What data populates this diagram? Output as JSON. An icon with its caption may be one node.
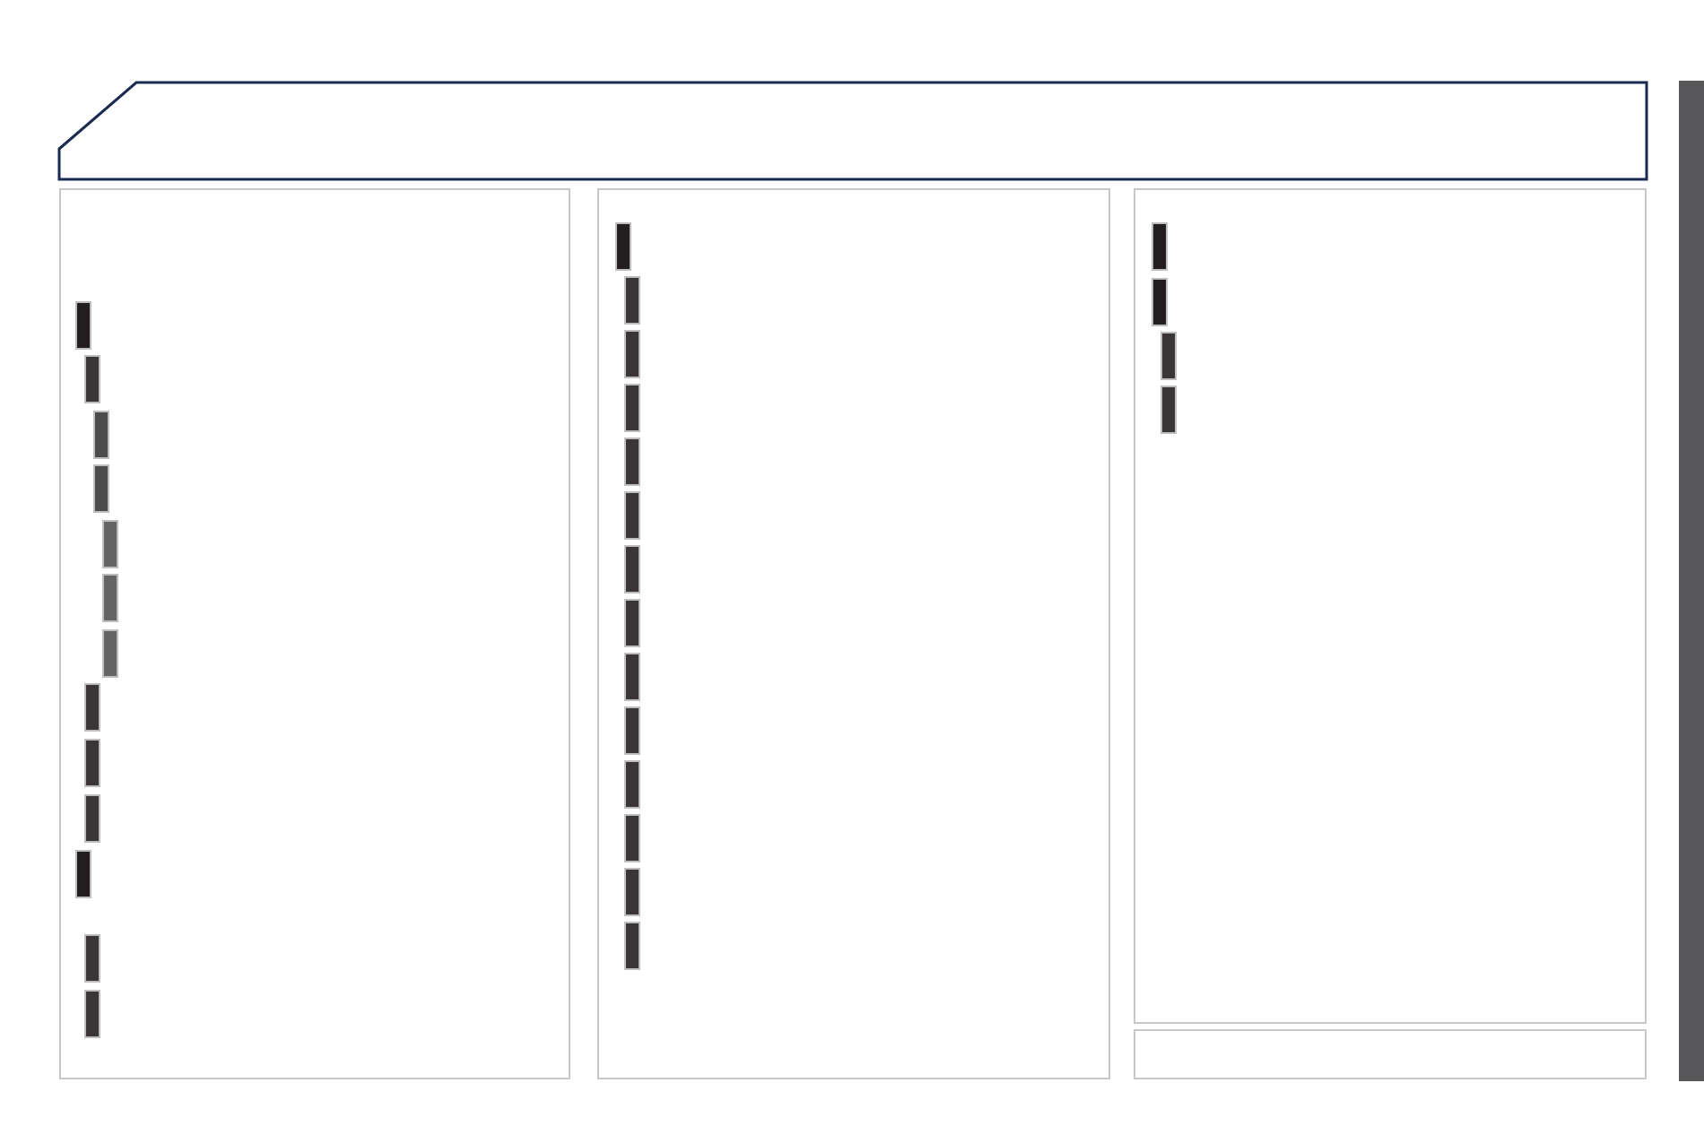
{
  "diagram": {
    "nodes": [
      {
        "text": [],
        "shape": "box"
      },
      {
        "text": [],
        "shape": "box"
      },
      {
        "text": [],
        "shape": "box"
      },
      {
        "text": [],
        "shape": "box"
      },
      {
        "text": [],
        "shape": "box"
      },
      {
        "text": [],
        "shape": "bar"
      },
      {
        "text": [],
        "shape": "bar",
        "in": 1
      },
      {
        "text": [],
        "shape": "bar",
        "in": 1
      },
      {
        "text": [],
        "shape": "bar",
        "in": 1
      },
      {
        "text": [],
        "shape": "bar",
        "in": 1
      },
      {
        "text": [],
        "shape": "bar",
        "in": 1
      },
      {
        "text": [],
        "shape": "bar",
        "in": 1
      },
      {
        "text": [],
        "shape": "bar",
        "in": 1
      },
      {
        "text": [],
        "shape": "bar",
        "in": 1
      },
      {
        "text": [],
        "shape": "bar",
        "in": 1
      },
      {
        "text": [],
        "shape": "bar",
        "in": 1
      },
      {
        "text": [],
        "shape": "bar",
        "in": 1
      },
      {
        "text": [],
        "shape": "bar",
        "in": 1
      },
      {
        "text": [],
        "shape": "bar",
        "in": 1
      },
      {
        "text": [],
        "shape": "bar",
        "in": 2
      },
      {
        "text": [],
        "shape": "bar",
        "in": 2
      },
      {
        "text": [],
        "shape": "bar",
        "in": 2
      },
      {
        "text": [],
        "shape": "bar",
        "in": 2
      },
      {
        "text": [],
        "shape": "bar",
        "in": 2
      },
      {
        "text": [],
        "shape": "bar",
        "in": 2
      },
      {
        "text": [],
        "shape": "bar",
        "in": 2
      },
      {
        "text": [],
        "shape": "bar",
        "in": 2
      },
      {
        "text": [],
        "shape": "bar",
        "in": 2
      },
      {
        "text": [],
        "shape": "bar",
        "in": 2
      },
      {
        "text": [],
        "shape": "bar",
        "in": 2
      },
      {
        "text": [],
        "shape": "bar",
        "in": 2
      },
      {
        "text": [],
        "shape": "bar",
        "in": 2
      },
      {
        "text": [],
        "shape": "bar",
        "in": 2
      },
      {
        "text": [],
        "shape": "bar",
        "in": 3
      },
      {
        "text": [],
        "shape": "bar",
        "in": 3
      },
      {
        "text": [],
        "shape": "bar",
        "in": 3
      },
      {
        "text": [],
        "shape": "bar",
        "in": 3
      }
    ]
  }
}
